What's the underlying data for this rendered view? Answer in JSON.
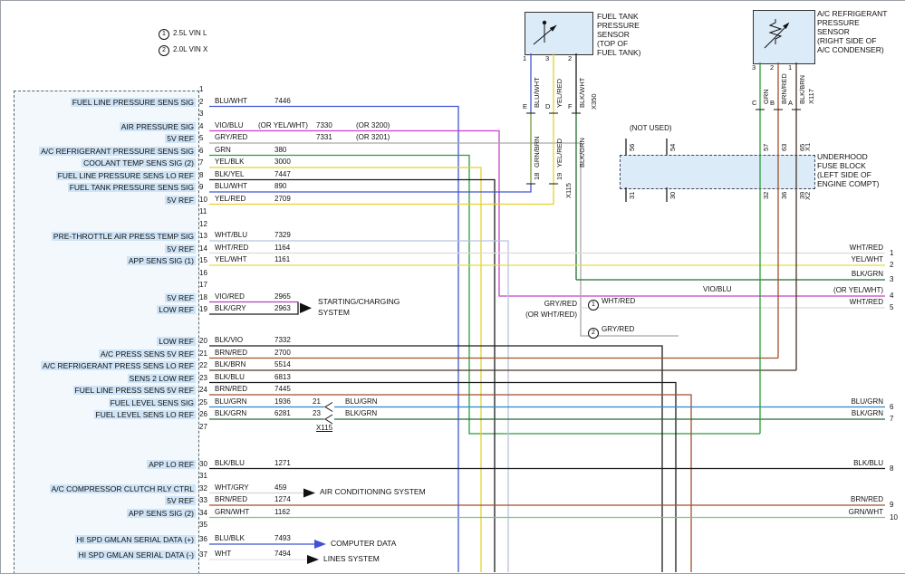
{
  "palette": {
    "BLU/WHT": "#4053d4",
    "VIO/BLU": "#c840c8",
    "GRY/RED": "#a9a9a9",
    "GRN": "#2a9d3a",
    "YEL/BLK": "#e2d22e",
    "BLK/YEL": "#1c1c1c",
    "YEL/RED": "#e2d22e",
    "WHT/BLU": "#b9c4dd",
    "WHT/RED": "#dcdcdc",
    "YEL/WHT": "#e7da45",
    "VIO/RED": "#b33fc4",
    "BLK/GRY": "#1c1c1c",
    "BLK/VIO": "#1c1c1c",
    "BRN/RED": "#a1522e",
    "BLK/BRN": "#4a3624",
    "BLK/BLU": "#1c1c1c",
    "BLU/GRN": "#2f86c8",
    "BLK/GRN": "#1e6e30",
    "WHT/GRY": "#d5d5d5",
    "GRN/WHT": "#7cc47c",
    "BLU/BLK": "#4053d4",
    "WHT": "#e3e3e3",
    "GRN/BRN": "#7a9a3c",
    "BLK/WHT": "#1c1c1c",
    "BLK": "#1c1c1c"
  },
  "notes": [
    {
      "ref": "1",
      "text": "2.5L VIN L"
    },
    {
      "ref": "2",
      "text": "2.0L VIN X"
    }
  ],
  "ecm": {
    "pins": [
      {
        "n": 1
      },
      {
        "n": 2,
        "label": "FUEL LINE PRESSURE SENS SIG",
        "wire": "BLU/WHT",
        "circuit": "7446"
      },
      {
        "n": 3
      },
      {
        "n": 4,
        "label": "AIR PRESSURE SIG",
        "wire": "VIO/BLU",
        "or_wire": "(OR YEL/WHT)",
        "circuit": "7330",
        "or_circuit": "(OR 3200)"
      },
      {
        "n": 5,
        "label": "5V REF",
        "wire": "GRY/RED",
        "circuit": "7331",
        "or_circuit": "(OR 3201)"
      },
      {
        "n": 6,
        "label": "A/C REFRIGERANT PRESSURE SENS SIG",
        "wire": "GRN",
        "circuit": "380"
      },
      {
        "n": 7,
        "label": "COOLANT TEMP SENS SIG (2)",
        "wire": "YEL/BLK",
        "circuit": "3000"
      },
      {
        "n": 8,
        "label": "FUEL LINE PRESSURE SENS LO REF",
        "wire": "BLK/YEL",
        "circuit": "7447"
      },
      {
        "n": 9,
        "label": "FUEL TANK PRESSURE SENS SIG",
        "wire": "BLU/WHT",
        "circuit": "890"
      },
      {
        "n": 10,
        "label": "5V REF",
        "wire": "YEL/RED",
        "circuit": "2709"
      },
      {
        "n": 11
      },
      {
        "n": 12
      },
      {
        "n": 13,
        "label": "PRE-THROTTLE AIR PRESS TEMP SIG",
        "wire": "WHT/BLU",
        "circuit": "7329"
      },
      {
        "n": 14,
        "label": "5V REF",
        "wire": "WHT/RED",
        "circuit": "1164"
      },
      {
        "n": 15,
        "label": "APP SENS SIG (1)",
        "wire": "YEL/WHT",
        "circuit": "1161"
      },
      {
        "n": 16
      },
      {
        "n": 17
      },
      {
        "n": 18,
        "label": "5V REF",
        "wire": "VIO/RED",
        "circuit": "2965"
      },
      {
        "n": 19,
        "label": "LOW REF",
        "wire": "BLK/GRY",
        "circuit": "2963"
      },
      {
        "n": 20,
        "label": "LOW REF",
        "wire": "BLK/VIO",
        "circuit": "7332"
      },
      {
        "n": 21,
        "label": "A/C PRESS SENS 5V REF",
        "wire": "BRN/RED",
        "circuit": "2700"
      },
      {
        "n": 22,
        "label": "A/C REFRIGERANT PRESS SENS LO REF",
        "wire": "BLK/BRN",
        "circuit": "5514"
      },
      {
        "n": 23,
        "label": "SENS 2 LOW REF",
        "wire": "BLK/BLU",
        "circuit": "6813"
      },
      {
        "n": 24,
        "label": "FUEL LINE PRESS SENS 5V REF",
        "wire": "BRN/RED",
        "circuit": "7445"
      },
      {
        "n": 25,
        "label": "FUEL LEVEL SENS SIG",
        "wire": "BLU/GRN",
        "circuit": "1936"
      },
      {
        "n": 26,
        "label": "FUEL LEVEL SENS LO REF",
        "wire": "BLK/GRN",
        "circuit": "6281"
      },
      {
        "n": 27
      },
      {
        "n": 30,
        "label": "APP LO REF",
        "wire": "BLK/BLU",
        "circuit": "1271"
      },
      {
        "n": 31
      },
      {
        "n": 32,
        "label": "A/C COMPRESSOR CLUTCH RLY CTRL",
        "wire": "WHT/GRY",
        "circuit": "459"
      },
      {
        "n": 33,
        "label": "5V REF",
        "wire": "BRN/RED",
        "circuit": "1274"
      },
      {
        "n": 34,
        "label": "APP SENS SIG (2)",
        "wire": "GRN/WHT",
        "circuit": "1162"
      },
      {
        "n": 35
      },
      {
        "n": 36,
        "label": "HI SPD GMLAN SERIAL DATA (+)",
        "wire": "BLU/BLK",
        "circuit": "7493"
      },
      {
        "n": 37,
        "label": "HI SPD GMLAN SERIAL DATA (-)",
        "wire": "WHT",
        "circuit": "7494"
      }
    ]
  },
  "fuel_sensor": {
    "title": [
      "FUEL TANK",
      "PRESSURE",
      "SENSOR",
      "(TOP OF",
      "FUEL TANK)"
    ],
    "pins": [
      "1",
      "3",
      "2"
    ],
    "upper_wires": [
      "BLU/WHT",
      "YEL/RED",
      "BLK/WHT"
    ],
    "letters": [
      "E",
      "D",
      "F"
    ],
    "connector": "X350",
    "lower_wires": [
      "GRN/BRN",
      "YEL/RED",
      "BLK/GRN"
    ],
    "lower_pins": [
      "18",
      "19"
    ],
    "lower_connector": "X115"
  },
  "ac_sensor": {
    "title": [
      "A/C REFRIGERANT",
      "PRESSURE",
      "SENSOR",
      "(RIGHT SIDE OF",
      "A/C CONDENSER)"
    ],
    "pins": [
      "3",
      "2",
      "1"
    ],
    "upper_wires": [
      "GRN",
      "BRN/RED",
      "BLK/BRN"
    ],
    "letters": [
      "C",
      "B",
      "A"
    ],
    "connector": "X117"
  },
  "fuse_block": {
    "title": [
      "UNDERHOOD",
      "FUSE BLOCK",
      "(LEFT SIDE OF",
      "ENGINE COMPT)"
    ],
    "not_used": "(NOT USED)",
    "top_left_pins": [
      "56",
      "54"
    ],
    "bottom_left_pins": [
      "31",
      "30"
    ],
    "top_right_pins": [
      "57",
      "63",
      "65"
    ],
    "bottom_right_pins": [
      "32",
      "36",
      "39"
    ],
    "top_connector": "X1",
    "bottom_connector": "X2"
  },
  "split": {
    "base": "GRY/RED",
    "base_alt": "(OR WHT/RED)",
    "branches": [
      {
        "ref": "1",
        "label": "WHT/RED"
      },
      {
        "ref": "2",
        "label": "GRY/RED"
      }
    ]
  },
  "mid_labels": {
    "vio_blu": "VIO/BLU"
  },
  "inline_connector": {
    "name": "X115",
    "taps": [
      {
        "pin": "21",
        "label": "BLU/GRN"
      },
      {
        "pin": "23",
        "label": "BLK/GRN"
      }
    ]
  },
  "right_edge": [
    {
      "n": "1",
      "label": "WHT/RED"
    },
    {
      "n": "2",
      "label": "YEL/WHT"
    },
    {
      "n": "3",
      "label": "BLK/GRN"
    },
    {
      "n": "4",
      "label": "(OR YEL/WHT)"
    },
    {
      "n": "5",
      "label": "WHT/RED"
    },
    {
      "n": "6",
      "label": "BLU/GRN"
    },
    {
      "n": "7",
      "label": "BLK/GRN"
    },
    {
      "n": "8",
      "label": "BLK/BLU"
    },
    {
      "n": "9",
      "label": "BRN/RED"
    },
    {
      "n": "10",
      "label": "GRN/WHT"
    }
  ],
  "callouts": {
    "starting": [
      "STARTING/CHARGING",
      "SYSTEM"
    ],
    "air": [
      "AIR CONDITIONING SYSTEM"
    ],
    "computer": [
      "COMPUTER DATA",
      "LINES SYSTEM"
    ]
  }
}
